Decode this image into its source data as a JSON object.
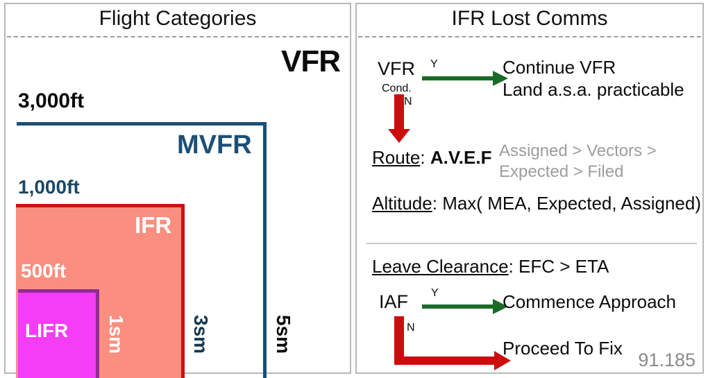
{
  "panels": {
    "left": {
      "title": "Flight Categories",
      "categories": {
        "vfr": "VFR",
        "mvfr": "MVFR",
        "ifr": "IFR",
        "lifr": "LIFR"
      },
      "ceilings": {
        "vfr_floor": "3,000ft",
        "mvfr_floor": "1,000ft",
        "ifr_floor": "500ft"
      },
      "visibility": {
        "lifr": "1sm",
        "ifr": "3sm",
        "mvfr": "5sm"
      },
      "colors": {
        "vfr_text": "#0b0b0b",
        "mvfr_line": "#1c4f77",
        "ifr_fill": "#fa8f80",
        "ifr_line": "#cc1111",
        "lifr_fill": "#f43df4",
        "lifr_line": "#8f2a9a"
      }
    },
    "right": {
      "title": "IFR Lost Comms",
      "flow1": {
        "node": "VFR",
        "node_sub": "Cond.",
        "yes_tag": "Y",
        "no_tag": "N",
        "yes_result_line1": "Continue VFR",
        "yes_result_line2": "Land a.s.a. practicable"
      },
      "route": {
        "label": "Route",
        "separator": ": ",
        "value": "A.V.E.F",
        "expansion_line1": "Assigned > Vectors >",
        "expansion_line2": "Expected > Filed"
      },
      "altitude": {
        "label": "Altitude",
        "separator": ": ",
        "value": "Max( MEA, Expected, Assigned)"
      },
      "leave_clearance": {
        "label": "Leave Clearance",
        "separator": ": ",
        "value": "EFC > ETA"
      },
      "flow2": {
        "node": "IAF",
        "yes_tag": "Y",
        "no_tag": "N",
        "yes_result": "Commence Approach",
        "no_result": "Proceed To Fix"
      },
      "footnote": "91.185",
      "colors": {
        "yes_arrow": "#1a6b28",
        "no_arrow": "#cc0d0d",
        "muted_text": "#9d9d9d"
      }
    }
  }
}
